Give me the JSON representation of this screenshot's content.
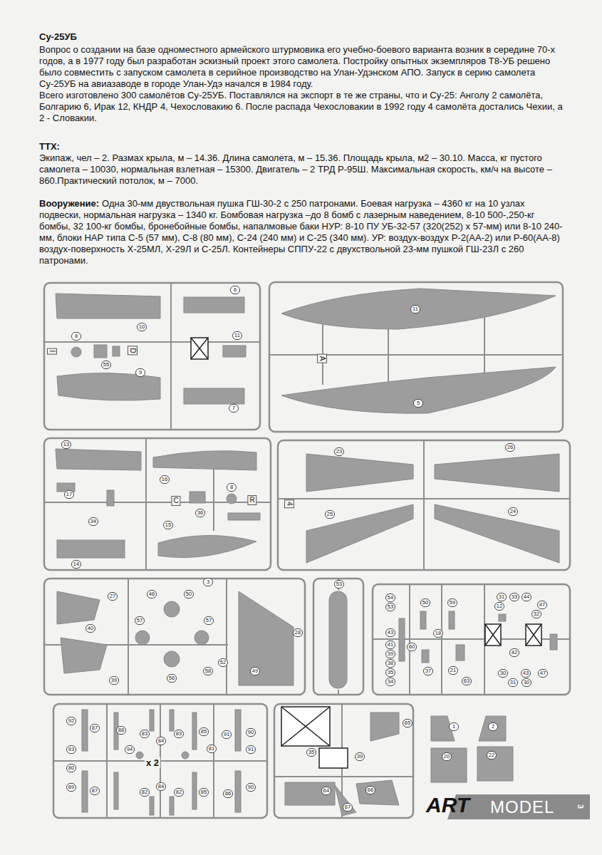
{
  "diagram": {
    "title": "Су-25УБ",
    "labels": [
      "Вопрос о создании на базе одноместного армейского штурмовика его учебно-боевого варианта возник в середине 70-х годов, а в 1977 году был разработан эскизный проект этого самолета. Постройку опытных экземпляров Т8-УБ решено было совместить с запуском самолета в серийное производство на Улан-Удэнском АПО. Запуск в серию самолета Су-25УБ на авиазаводе в городе Улан-Удэ начался в 1984 году.",
      "Всего изготовлено 300 самолётов Су-25УБ. Поставлялся на экспорт в те же страны, что и Су-25: Анголу 2 самолёта, Болгарию 6, Ирак 12, КНДР 4, Чехословакию 6. После распада Чехословакии в 1992 году 4 самолёта достались Чехии, а 2 - Словакии.",
      "ТТХ:",
      "Экипаж, чел – 2. Размах крыла, м – 14.36. Длина самолета, м – 15.36. Площадь крыла, м2 – 30.10. Масса, кг пустого самолета – 10030, нормальная взлетная – 15300. Двигатель – 2 ТРД Р-95Ш. Максимальная скорость, км/ч на высоте – 860.Практический потолок, м – 7000.",
      "Вооружение:",
      "Одна 30-мм двуствольная пушка ГШ-30-2 с 250 патронами. Боевая нагрузка – 4360 кг на 10 узлах подвески, нормальная нагрузка – 1340 кг. Бомбовая нагрузка –до 8 бомб с лазерным наведением, 8-10 500-,250-кг бомбы, 32 100-кг бомбы, бронебойные бомбы, напалмовые баки НУР: 8-10 ПУ УБ-32-57 (320(252) x 57-мм) или 8-10 240-мм, блоки НАР типа С-5 (57 мм), С-8 (80 мм), С-24 (240 мм) и С-25 (340 мм). УР: воздух-воздух Р-2(АА-2) или Р-60(АА-8) воздух-поверхность Х-25МЛ, Х-29Л и С-25Л. Контейнеры СППУ-22 с двухствольной 23-мм пушкой ГШ-23Л с 260 патронами.",
      "6",
      "8",
      "10",
      "11",
      "I",
      "D",
      "55",
      "9",
      "7",
      "11",
      "A",
      "5",
      "13",
      "16",
      "8",
      "17",
      "C",
      "R",
      "36",
      "34",
      "15",
      "14",
      "23",
      "26",
      "4",
      "25",
      "24",
      "3",
      "27",
      "46",
      "50",
      "40",
      "57",
      "57",
      "28",
      "39",
      "56",
      "58",
      "52",
      "49",
      "53",
      "54",
      "31",
      "33",
      "44",
      "53",
      "50",
      "59",
      "12",
      "47",
      "32",
      "43",
      "60",
      "18",
      "42",
      "41",
      "39",
      "38",
      "37",
      "21",
      "30",
      "43",
      "47",
      "35",
      "63",
      "31",
      "30",
      "34",
      "92",
      "87",
      "88",
      "83",
      "84",
      "83",
      "85",
      "91",
      "90",
      "93",
      "80",
      "94",
      "x 2",
      "81",
      "91",
      "89",
      "87",
      "82",
      "84",
      "82",
      "85",
      "86",
      "90",
      "65",
      "35",
      "39",
      "64",
      "66",
      "67",
      "1",
      "2",
      "20",
      "22",
      "ART",
      "MODEL",
      "3"
    ]
  }
}
